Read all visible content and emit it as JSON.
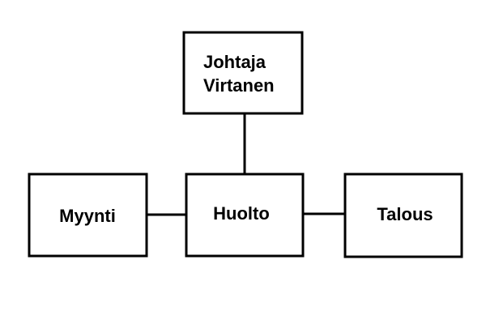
{
  "diagram": {
    "nodes": {
      "director": {
        "line1": "Johtaja",
        "line2": "Virtanen"
      },
      "sales": {
        "label": "Myynti"
      },
      "maintenance": {
        "label": "Huolto"
      },
      "finance": {
        "label": "Talous"
      }
    },
    "edges": [
      {
        "from": "director",
        "to": "maintenance"
      },
      {
        "from": "sales",
        "to": "maintenance"
      },
      {
        "from": "maintenance",
        "to": "finance"
      }
    ]
  }
}
